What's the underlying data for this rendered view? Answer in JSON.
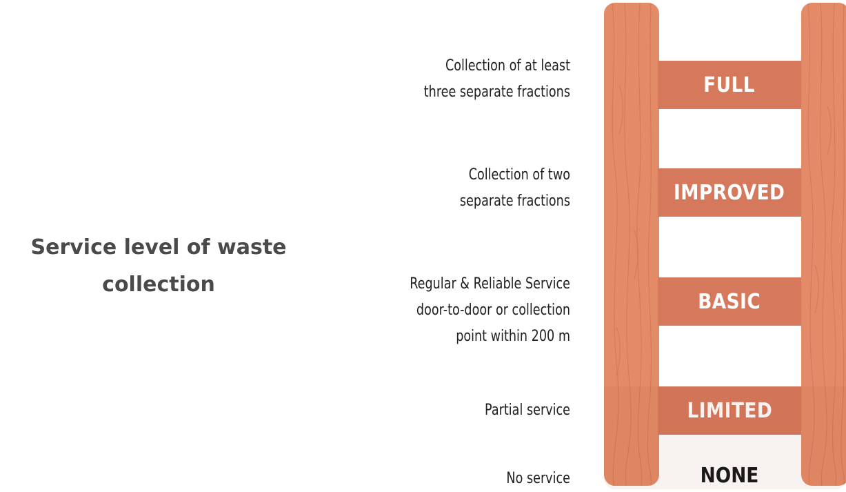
{
  "title": {
    "line1": "Service level of waste",
    "line2": "collection"
  },
  "levels": [
    {
      "label": "FULL",
      "description": [
        "Collection of at least",
        "three separate fractions"
      ]
    },
    {
      "label": "IMPROVED",
      "description": [
        "Collection of two",
        "separate fractions"
      ]
    },
    {
      "label": "BASIC",
      "description": [
        "Regular & Reliable Service",
        "door-to-door or collection",
        "point within 200 m"
      ]
    },
    {
      "label": "LIMITED",
      "description": [
        "Partial service"
      ]
    },
    {
      "label": "NONE",
      "description": [
        "No service"
      ]
    }
  ],
  "colors": {
    "rail": "#e38a66",
    "rung": "#d6785c",
    "title_text": "#4a4a4a"
  }
}
